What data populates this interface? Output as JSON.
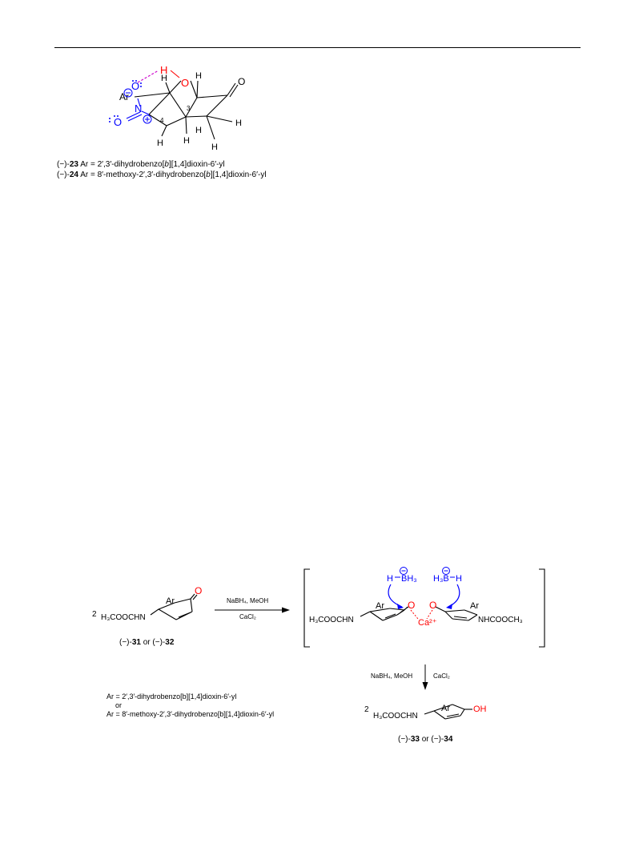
{
  "colors": {
    "ink": "#000000",
    "red": "#ff0000",
    "blue": "#0000ff",
    "hbond": "#cc00cc"
  },
  "fig1": {
    "labels": {
      "h_top": "H",
      "o_ring": "O",
      "o_keto": "O",
      "ar": "Ar",
      "h1": "H",
      "h2": "H",
      "o_minus": "O",
      "n": "N",
      "o_double": "O",
      "c3": "3",
      "c4": "4",
      "h3": "H",
      "h4": "H",
      "h5": "H",
      "h6": "H",
      "h7": "H"
    },
    "cap1": {
      "prefix": "(−)-",
      "num": "23",
      "ar_pre": "  Ar = 2′,3′-dihydrobenzo[",
      "ar_it": "b",
      "ar_post": "][1,4]dioxin-6′-yl"
    },
    "cap2": {
      "prefix": "(−)-",
      "num": "24",
      "ar_pre": "  Ar = 8′-methoxy-2′,3′-dihydrobenzo[",
      "ar_it": "b",
      "ar_post": "][1,4]dioxin-6′-yl"
    }
  },
  "scheme": {
    "sm": {
      "coef": "2",
      "sub": "H₃COOCHN",
      "ar": "Ar",
      "o": "O"
    },
    "sm_label": {
      "p1": "(−)-",
      "n1": "31",
      "or": " or ",
      "p2": "(−)-",
      "n2": "32"
    },
    "arrow1": {
      "top": "NaBH₄, MeOH",
      "bottom": "CaCl₂"
    },
    "tc": {
      "hbh3_h": "H",
      "hbh3_b": "BH₃",
      "h3bh_b": "H₃B",
      "h3bh_h": "H",
      "left_sub": "H₃COOCHN",
      "left_ar": "Ar",
      "o_left": "O",
      "o_right": "O",
      "ca": "Ca²⁺",
      "right_ar": "Ar",
      "right_sub": "NHCOOCH₃"
    },
    "arrow2": {
      "left": "NaBH₄, MeOH",
      "right": "CaCl₂"
    },
    "prod": {
      "coef": "2",
      "sub": "H₃COOCHN",
      "ar": "Ar",
      "oh": "OH"
    },
    "prod_label": {
      "p1": "(−)-",
      "n1": "33",
      "or": " or ",
      "p2": "(−)-",
      "n2": "34"
    },
    "ar_def": {
      "l1": "Ar = 2′,3′-dihydrobenzo[b][1,4]dioxin-6′-yl",
      "l2": "or",
      "l3": "Ar = 8′-methoxy-2′,3′-dihydrobenzo[b][1,4]dioxin-6′-yl"
    }
  }
}
